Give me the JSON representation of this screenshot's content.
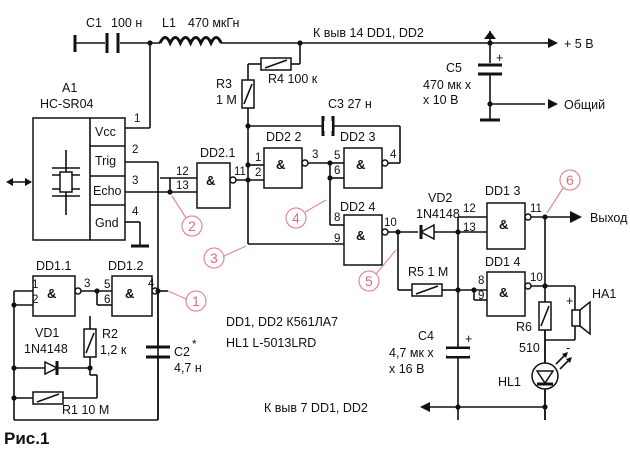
{
  "figure": {
    "caption": "Рис.1"
  },
  "components": {
    "C1": "C1",
    "C1_val": "100 н",
    "L1": "L1",
    "L1_val": "470 мкГн",
    "R3": "R3",
    "R3_val": "1 М",
    "R4": "R4 100 к",
    "C3": "C3 27 н",
    "C5": "C5",
    "C5_val1": "470 мк х",
    "C5_val2": "х 10 В",
    "A1": "A1",
    "A1_model": "HC-SR04",
    "VD1": "VD1",
    "VD1_val": "1N4148",
    "R2": "R2",
    "R2_val": "1,2 к",
    "C2": "C2",
    "C2_mark": "*",
    "C2_val": "4,7 н",
    "R1": "R1 10 М",
    "VD2": "VD2",
    "VD2_val": "1N4148",
    "R5": "R5 1 М",
    "C4": "C4",
    "C4_val1": "4,7 мк х",
    "C4_val2": "х 16 В",
    "R6": "R6",
    "R6_val": "510",
    "HL1": "HL1",
    "HA1": "HA1"
  },
  "chips": {
    "types": "DD1, DD2  К561ЛА7",
    "led": "HL1  L-5013LRD"
  },
  "gates": {
    "dd11": "DD1.1",
    "dd12": "DD1.2",
    "dd21": "DD2.1",
    "dd22": "DD2 2",
    "dd23": "DD2 3",
    "dd24": "DD2 4",
    "dd13": "DD1 3",
    "dd14": "DD1 4",
    "amp": "&"
  },
  "module_pins": {
    "vcc": "Vcc",
    "trig": "Trig",
    "echo": "Echo",
    "gnd": "Gnd"
  },
  "nets": {
    "pin14": "К выв  14 DD1, DD2",
    "plus5": "+ 5 В",
    "common": "Общий",
    "pin7": "К выв  7 DD1,  DD2",
    "output": "Выход"
  },
  "pin_numbers": {
    "m1": "1",
    "m2": "2",
    "m3": "3",
    "m4": "4",
    "g11a": "1",
    "g11b": "2",
    "g11o": "3",
    "g12a": "5",
    "g12b": "6",
    "g12o": "4",
    "g21a": "12",
    "g21b": "13",
    "g21o": "11",
    "g22a": "1",
    "g22b": "2",
    "g22o": "3",
    "g23a": "5",
    "g23b": "6",
    "g23o": "4",
    "g24a": "8",
    "g24b": "9",
    "g24o": "10",
    "g13a": "12",
    "g13b": "13",
    "g13o": "11",
    "g14a": "8",
    "g14b": "9",
    "g14o": "10"
  },
  "markers": [
    "1",
    "2",
    "3",
    "4",
    "5",
    "6"
  ],
  "polarity": {
    "plus": "+",
    "minus": "-"
  }
}
